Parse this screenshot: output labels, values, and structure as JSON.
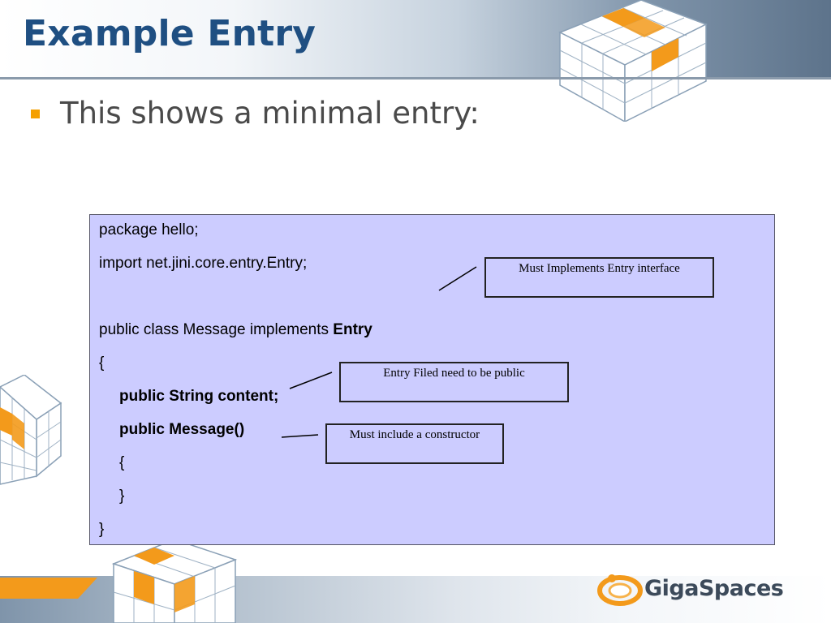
{
  "slide": {
    "title": "Example Entry",
    "bullet": "This shows a minimal entry:"
  },
  "code": {
    "line1": "package hello;",
    "line2": "import net.jini.core.entry.Entry;",
    "line3_prefix": "public class Message implements ",
    "line3_bold": "Entry",
    "line4": "{",
    "line5": "public String content;",
    "line6": "public Message()",
    "line7": "{",
    "line8": "}",
    "line9": "}"
  },
  "callouts": {
    "interface": "Must Implements Entry interface",
    "public_field": "Entry Filed need to be public",
    "constructor": "Must include a constructor"
  },
  "footer": {
    "logo_text": "GigaSpaces"
  },
  "colors": {
    "title": "#1f4f82",
    "bullet": "#f5a000",
    "code_bg": "#ccccff",
    "accent_orange": "#f39a1b"
  },
  "icons": [
    "cube-grid-decoration",
    "gigaspaces-logo-icon"
  ]
}
